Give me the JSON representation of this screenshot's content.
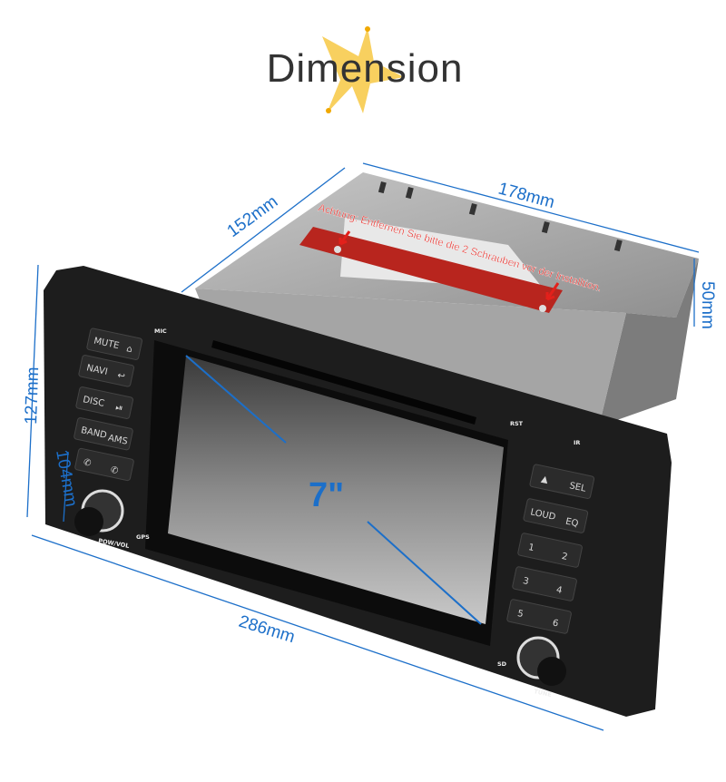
{
  "title": "Dimension",
  "dimensions": {
    "depth": "178mm",
    "width_top": "152mm",
    "height_body": "50mm",
    "height_front": "127mm",
    "height_inner": "104mm",
    "width_front": "286mm",
    "screen_size": "7\""
  },
  "warning": "Achtung: Entfernen Sie bitte die 2 Schrauben vor der Installtion.",
  "left_buttons": [
    {
      "label": "MUTE",
      "icon": "home-icon"
    },
    {
      "label": "NAVI",
      "icon": "back-icon"
    },
    {
      "label": "DISC",
      "icon": "play-pause-icon"
    },
    {
      "label": "BAND",
      "right": "AMS"
    }
  ],
  "right_buttons": [
    {
      "left": "▲",
      "right": "SEL"
    },
    {
      "left": "LOUD",
      "right": "EQ"
    },
    {
      "left": "1",
      "right": "2"
    },
    {
      "left": "3",
      "right": "4"
    },
    {
      "left": "5",
      "right": "6"
    }
  ],
  "panel_labels": {
    "mic": "MIC",
    "rst": "RST",
    "ir": "IR",
    "pow_vol": "POW/VOL",
    "gps": "GPS",
    "sd": "SD",
    "tune": "TUNE"
  },
  "colors": {
    "dimension": "#1c6fc9",
    "warning": "#e3201b",
    "star": "#f7c843"
  }
}
